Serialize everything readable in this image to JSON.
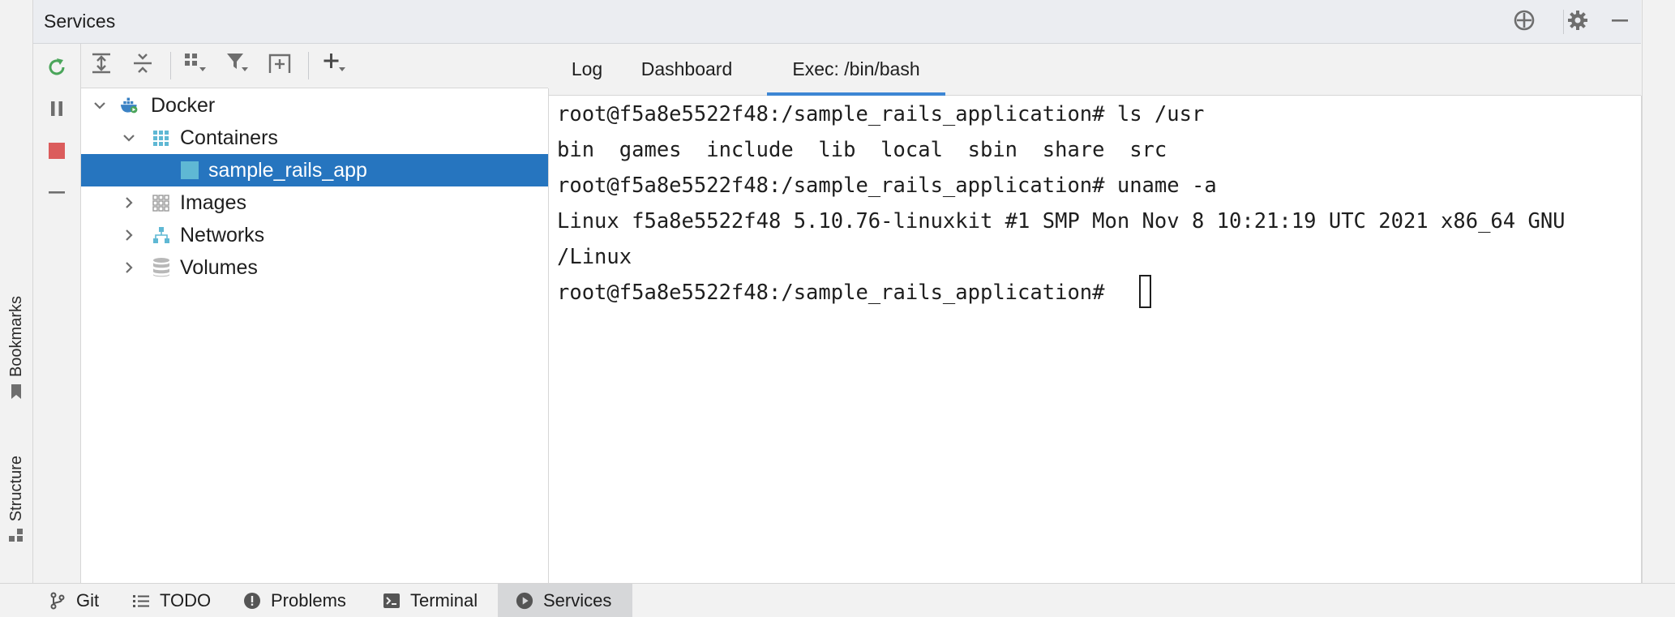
{
  "window": {
    "title": "Services"
  },
  "left_stripe": {
    "bookmarks_label": "Bookmarks",
    "structure_label": "Structure"
  },
  "tree": {
    "root": {
      "label": "Docker"
    },
    "containers": {
      "label": "Containers"
    },
    "container_item": {
      "label": "sample_rails_app"
    },
    "images": {
      "label": "Images"
    },
    "networks": {
      "label": "Networks"
    },
    "volumes": {
      "label": "Volumes"
    }
  },
  "tabs": [
    {
      "label": "Log"
    },
    {
      "label": "Dashboard"
    },
    {
      "label": "Exec: /bin/bash",
      "active": true
    }
  ],
  "terminal": {
    "lines": [
      "root@f5a8e5522f48:/sample_rails_application# ls /usr",
      "bin  games  include  lib  local  sbin  share  src",
      "root@f5a8e5522f48:/sample_rails_application# uname -a",
      "Linux f5a8e5522f48 5.10.76-linuxkit #1 SMP Mon Nov 8 10:21:19 UTC 2021 x86_64 GNU",
      "/Linux",
      "root@f5a8e5522f48:/sample_rails_application# "
    ]
  },
  "bottom_bar": {
    "items": [
      {
        "label": "Git",
        "icon": "git-branch-icon"
      },
      {
        "label": "TODO",
        "icon": "list-icon"
      },
      {
        "label": "Problems",
        "icon": "warning-icon"
      },
      {
        "label": "Terminal",
        "icon": "terminal-icon"
      },
      {
        "label": "Services",
        "icon": "services-icon",
        "active": true
      }
    ]
  },
  "colors": {
    "accent": "#2675bf",
    "tab_underline": "#3d86d4",
    "refresh_green": "#4aa55a",
    "stop_red": "#db5c5c",
    "docker_blue": "#5fb8d4"
  }
}
